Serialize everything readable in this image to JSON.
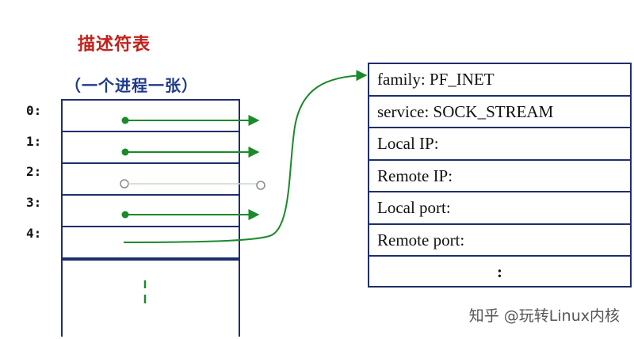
{
  "title": "描述符表",
  "subtitle": "（一个进程一张）",
  "fd_labels": [
    "0:",
    "1:",
    "2:",
    "3:",
    "4:"
  ],
  "fd_ellipsis": "⋮",
  "socket_fields": [
    "family:  PF_INET",
    "service: SOCK_STREAM",
    "Local IP:",
    "Remote IP:",
    "Local port:",
    "Remote port:",
    ":"
  ],
  "watermark": "知乎 @玩转Linux内核",
  "colors": {
    "arrow": "#1a8a2a",
    "border": "#1f2f6b",
    "title": "#c0221b",
    "subtitle": "#1f3a8a"
  }
}
